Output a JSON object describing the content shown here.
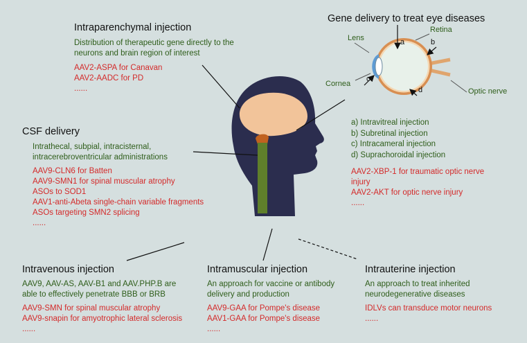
{
  "intraparenchymal": {
    "title": "Intraparenchymal injection",
    "desc": "Distribution of therapeutic gene directly to the neurons and brain region of interest",
    "items": [
      "AAV2-ASPA for Canavan",
      "AAV2-AADC for PD",
      "......"
    ]
  },
  "eye": {
    "title": "Gene delivery to treat eye diseases",
    "labels": {
      "lens": "Lens",
      "retina": "Retina",
      "cornea": "Cornea",
      "optic_nerve": "Optic nerve",
      "a": "a",
      "b": "b",
      "c": "c",
      "d": "d"
    },
    "routes": [
      "a) Intravitreal injection",
      "b) Subretinal injection",
      "c) Intracameral injection",
      "d) Suprachoroidal injection"
    ],
    "items": [
      "AAV2-XBP-1 for traumatic optic nerve injury",
      "AAV2-AKT for optic nerve injury",
      "......"
    ]
  },
  "csf": {
    "title": "CSF delivery",
    "desc": "Intrathecal, subpial, intracisternal, intracerebroventricular administrations",
    "items": [
      "AAV9-CLN6 for Batten",
      "AAV9-SMN1 for spinal muscular atrophy",
      "ASOs to SOD1",
      "AAV1-anti-Abeta single-chain variable fragments",
      "ASOs targeting SMN2 splicing",
      "......"
    ]
  },
  "intravenous": {
    "title": "Intravenous injection",
    "desc": "AAV9, AAV-AS, AAV-B1 and AAV.PHP.B are able to effectively penetrate BBB or BRB",
    "items": [
      "AAV9-SMN for spinal muscular atrophy",
      "AAV9-snapin for amyotrophic lateral sclerosis",
      "......"
    ]
  },
  "intramuscular": {
    "title": "Intramuscular injection",
    "desc": "An approach for vaccine or antibody delivery and production",
    "items": [
      "AAV9-GAA for Pompe's disease",
      "AAV1-GAA for Pompe's disease",
      "......"
    ]
  },
  "intrauterine": {
    "title": "Intrauterine injection",
    "desc": "An approach to treat inherited neurodegenerative diseases",
    "items": [
      "IDLVs can transduce motor neurons",
      "......"
    ]
  },
  "colors": {
    "background": "#d5dfdf",
    "title_text": "#111111",
    "description_text": "#2e5d1a",
    "therapy_text": "#d42a2a",
    "head": "#2b2d4e",
    "brain": "#f2c49a",
    "brainstem": "#c1621f",
    "spinal_cord": "#5f7f2b",
    "eyeball": "#e8f1ea"
  }
}
